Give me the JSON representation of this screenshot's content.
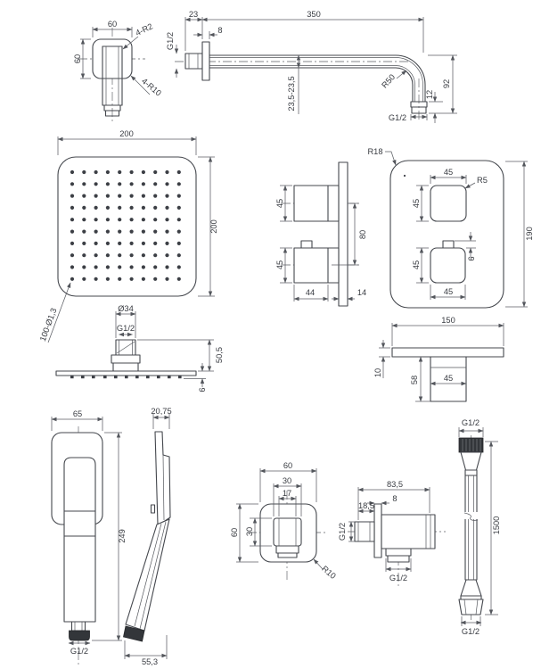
{
  "parts": {
    "wall_flange": {
      "width": "60",
      "height": "60",
      "corner_radius": "4-R2",
      "body_radius": "4-R10"
    },
    "shower_arm": {
      "inlet_length": "23",
      "length": "350",
      "flange_thickness": "8",
      "inlet_thread": "G1/2",
      "tube_size": "23,5-23,5",
      "bend_radius": "R50",
      "drop_height": "92",
      "nut_height": "12",
      "outlet_thread": "G1/2"
    },
    "head_front": {
      "width": "200",
      "height": "200",
      "nozzle_count": "100-Ø1,3"
    },
    "head_side": {
      "hub_diameter": "Ø34",
      "thread": "G1/2",
      "hub_height": "50,5",
      "plate_thickness": "6"
    },
    "mixer_side": {
      "knob_top": "45",
      "knob_bottom": "45",
      "knob_spacing": "80",
      "knob_depth": "44",
      "plate_thickness": "14"
    },
    "mixer_front": {
      "plate_radius": "R18",
      "knob_width_top": "45",
      "knob_radius": "R5",
      "knob_height_top": "45",
      "knob_height_bottom": "45",
      "tab_height": "6",
      "knob_width_bottom": "45",
      "plate_height": "190"
    },
    "mixer_top": {
      "plate_width": "150",
      "plate_thickness": "10",
      "body_depth": "58",
      "body_width": "45"
    },
    "hand_shower_front": {
      "head_width": "65",
      "length": "249",
      "thread": "G1/2"
    },
    "hand_shower_side": {
      "head_depth": "20,75",
      "base_offset": "55,3"
    },
    "elbow_front": {
      "width": "60",
      "nut_width": "30",
      "spout_width": "17",
      "height": "60",
      "nut_height": "30",
      "corner_radius": "R10"
    },
    "elbow_side": {
      "length": "83,5",
      "flange_thickness": "8",
      "inlet_length": "18,5",
      "inlet_thread": "G1/2",
      "outlet_thread": "G1/2"
    },
    "hose": {
      "top_thread": "G1/2",
      "length": "1500",
      "bottom_thread": "G1/2"
    }
  }
}
